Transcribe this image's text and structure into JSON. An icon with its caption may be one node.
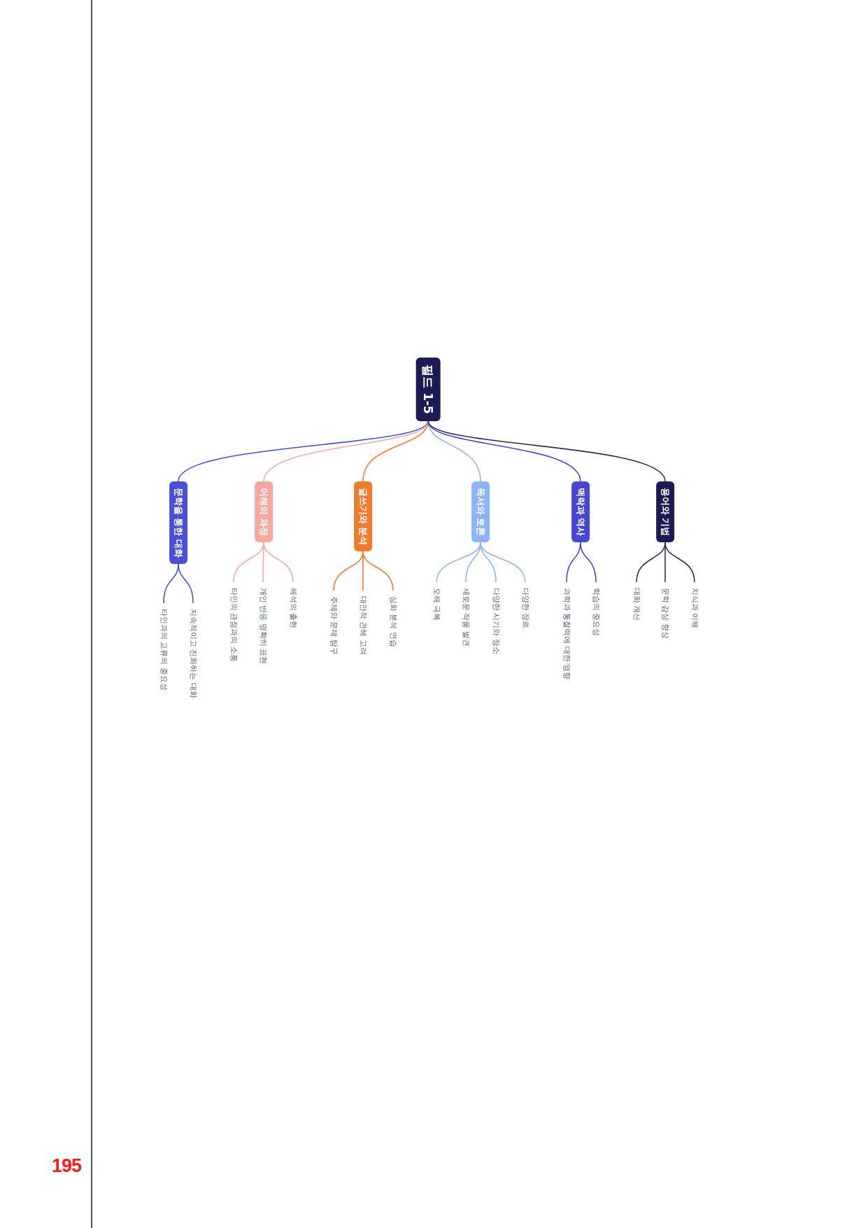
{
  "diagram": {
    "nodes": [
      {
        "text": [
          "필드 1-5"
        ]
      },
      {
        "text": [
          "문학을 통한 대화"
        ]
      },
      {
        "text": [
          "타인과의 교류의 중요성"
        ]
      },
      {
        "text": [
          "지속적이고 진화하는 대화"
        ]
      },
      {
        "text": [
          "이해의 과정"
        ]
      },
      {
        "text": [
          "타인의 관점과의 소통"
        ]
      },
      {
        "text": [
          "개인 반응 명확히 표현"
        ]
      },
      {
        "text": [
          "해석의 출현"
        ]
      },
      {
        "text": [
          "글쓰기와 분석"
        ]
      },
      {
        "text": [
          "주제와 문제 탐구"
        ]
      },
      {
        "text": [
          "대안적 견해 고려"
        ]
      },
      {
        "text": [
          "심화 분석 연습"
        ]
      },
      {
        "text": [
          "독서와 토론"
        ]
      },
      {
        "text": [
          "오해 극복"
        ]
      },
      {
        "text": [
          "새로운 작품 발견"
        ]
      },
      {
        "text": [
          "다양한 시기와 장소"
        ]
      },
      {
        "text": [
          "다양한 장르"
        ]
      },
      {
        "text": [
          "맥락과 역사"
        ]
      },
      {
        "text": [
          "과학과 통찰력에 대한 영향"
        ]
      },
      {
        "text": [
          "학습의 중요성"
        ]
      },
      {
        "text": [
          "용어와 기법"
        ]
      },
      {
        "text": [
          "대화 개선"
        ]
      },
      {
        "text": [
          "문학 감상 향상"
        ]
      },
      {
        "text": [
          "지식과 이해"
        ]
      }
    ],
    "edges": [
      {
        "from": 0,
        "to": 1,
        "arrow": "none",
        "color": "#4a50d6"
      },
      {
        "from": 1,
        "to": 2,
        "arrow": "none",
        "color": "#4a50d6"
      },
      {
        "from": 1,
        "to": 3,
        "arrow": "none",
        "color": "#4a50d6"
      },
      {
        "from": 0,
        "to": 4,
        "arrow": "none",
        "color": "#f4aaa0"
      },
      {
        "from": 4,
        "to": 5,
        "arrow": "none",
        "color": "#f4aaa0"
      },
      {
        "from": 4,
        "to": 6,
        "arrow": "none",
        "color": "#f4aaa0"
      },
      {
        "from": 4,
        "to": 7,
        "arrow": "none",
        "color": "#f4aaa0"
      },
      {
        "from": 0,
        "to": 8,
        "arrow": "none",
        "color": "#f07a30"
      },
      {
        "from": 8,
        "to": 9,
        "arrow": "none",
        "color": "#f07a30"
      },
      {
        "from": 8,
        "to": 10,
        "arrow": "none",
        "color": "#f07a30"
      },
      {
        "from": 8,
        "to": 11,
        "arrow": "none",
        "color": "#f07a30"
      },
      {
        "from": 0,
        "to": 12,
        "arrow": "none",
        "color": "#8fb4f6"
      },
      {
        "from": 12,
        "to": 13,
        "arrow": "none",
        "color": "#8fb4f6"
      },
      {
        "from": 12,
        "to": 14,
        "arrow": "none",
        "color": "#8fb4f6"
      },
      {
        "from": 12,
        "to": 15,
        "arrow": "none",
        "color": "#8fb4f6"
      },
      {
        "from": 12,
        "to": 16,
        "arrow": "none",
        "color": "#8fb4f6"
      },
      {
        "from": 0,
        "to": 17,
        "arrow": "none",
        "color": "#4848d4"
      },
      {
        "from": 17,
        "to": 18,
        "arrow": "none",
        "color": "#4848d4"
      },
      {
        "from": 17,
        "to": 19,
        "arrow": "none",
        "color": "#4848d4"
      },
      {
        "from": 0,
        "to": 20,
        "arrow": "none",
        "color": "#2a2f5a"
      },
      {
        "from": 20,
        "to": 21,
        "arrow": "none",
        "color": "#2a2f5a"
      },
      {
        "from": 20,
        "to": 22,
        "arrow": "none",
        "color": "#2a2f5a"
      },
      {
        "from": 20,
        "to": 23,
        "arrow": "none",
        "color": "#2a2f5a"
      }
    ],
    "labels": [
      "195"
    ]
  }
}
